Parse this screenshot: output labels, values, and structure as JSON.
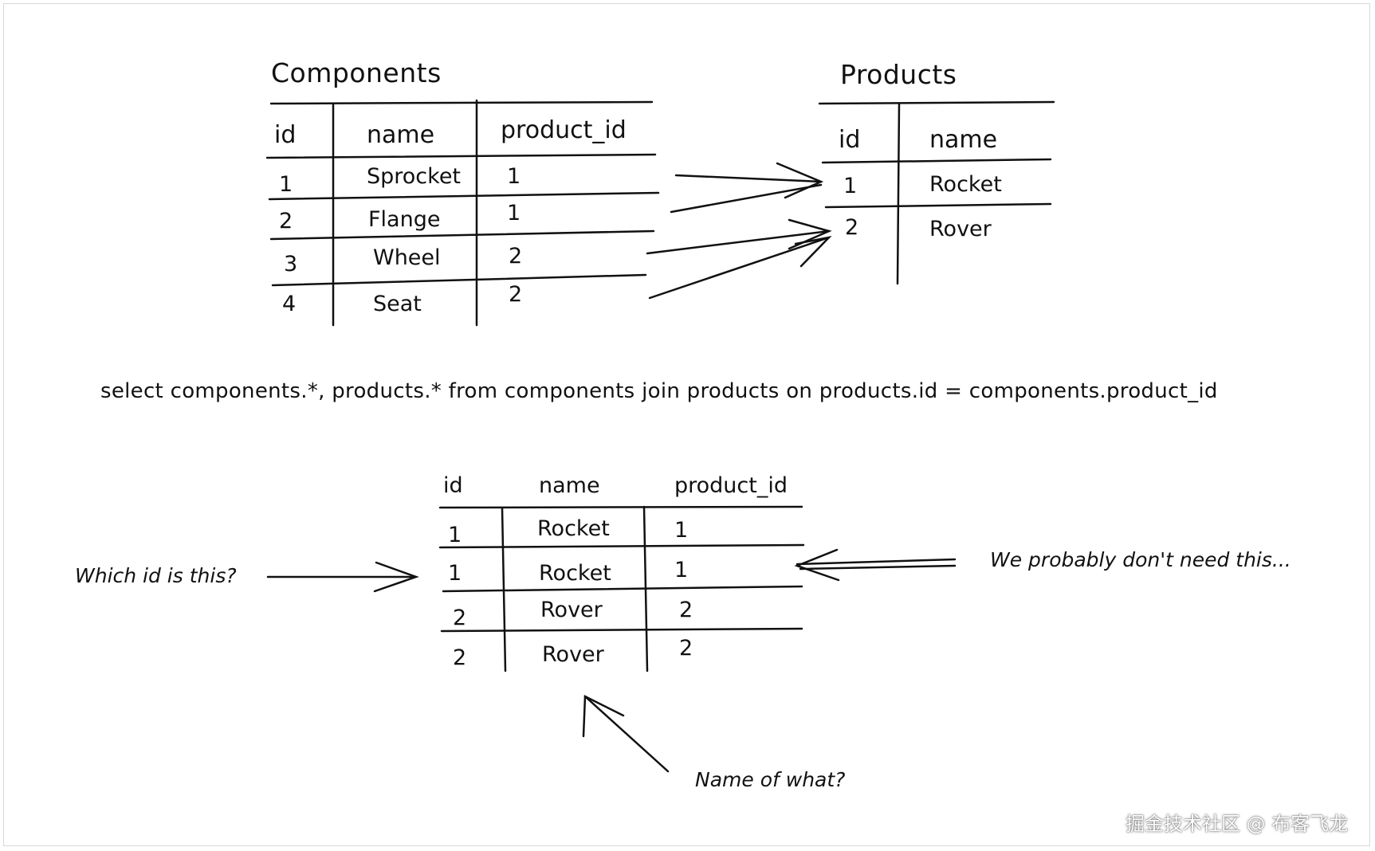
{
  "components": {
    "title": "Components",
    "headers": [
      "id",
      "name",
      "product_id"
    ],
    "rows": [
      [
        "1",
        "Sprocket",
        "1"
      ],
      [
        "2",
        "Flange",
        "1"
      ],
      [
        "3",
        "Wheel",
        "2"
      ],
      [
        "4",
        "Seat",
        "2"
      ]
    ]
  },
  "products": {
    "title": "Products",
    "headers": [
      "id",
      "name"
    ],
    "rows": [
      [
        "1",
        "Rocket"
      ],
      [
        "2",
        "Rover"
      ]
    ]
  },
  "sql": "select components.*, products.* from components join products on products.id = components.product_id",
  "result": {
    "headers": [
      "id",
      "name",
      "product_id"
    ],
    "rows": [
      [
        "1",
        "Rocket",
        "1"
      ],
      [
        "1",
        "Rocket",
        "1"
      ],
      [
        "2",
        "Rover",
        "2"
      ],
      [
        "2",
        "Rover",
        "2"
      ]
    ]
  },
  "notes": {
    "which_id": "Which id is this?",
    "dont_need": "We probably don't need this...",
    "name_of_what": "Name of what?"
  },
  "watermark": "掘金技术社区 @ 布客飞龙"
}
